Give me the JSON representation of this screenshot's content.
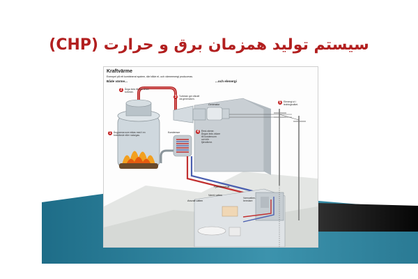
{
  "slide": {
    "title": "سیستم تولید همزمان برق و حرارت (CHP)"
  },
  "diagram": {
    "heading": "Kraftvärme",
    "subheading": "Exempel på ett kombinerat system, där både el- och värmeenergi produceras.",
    "left_header": "Både värme...",
    "right_header": "...och elenergi",
    "callout_2": {
      "number": "2",
      "text": "Ånga leds till och driver turbinen."
    },
    "callout_1": {
      "number": "1",
      "text": "Ångpanna som eldas med t ex biobränsle eller naturgas."
    },
    "callout_3": {
      "number": "3",
      "text": "Turbinen ger elkraft via generatorn."
    },
    "callout_4": {
      "number": "4",
      "text": "Rest-värme. Ångan leds vidare till kondensorn och blir fjärrvärme."
    },
    "callout_5": {
      "number": "5",
      "text": "Elenergi ut i ledningsnätet."
    },
    "labels": {
      "generator": "Generator",
      "kondensor": "Kondensor",
      "fjarrvarmenat": "Fjärrvärmenät",
      "varmt_vatten": "Varmt vatten",
      "avsvalt_vatten": "Avsvalt vatten",
      "varmvatten_beredare": "Varmvatten- beredare"
    }
  },
  "colors": {
    "title": "#b21f1f",
    "band_teal": "#2f7f99",
    "band_dark": "#111111",
    "hot_pipe": "#c23030",
    "cold_pipe": "#4a5fb0"
  }
}
